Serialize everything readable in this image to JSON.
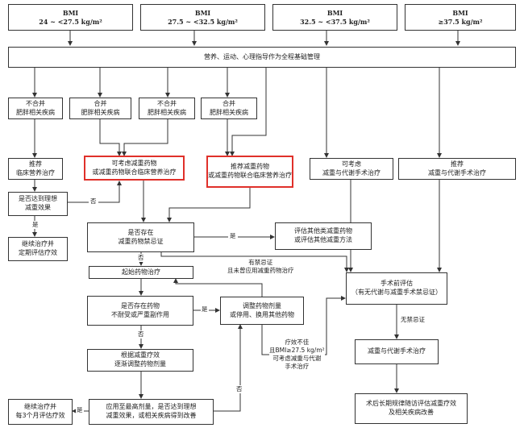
{
  "bmi_boxes": [
    {
      "title": "BMI",
      "range": "24 ~ <27.5 kg/m²"
    },
    {
      "title": "BMI",
      "range": "27.5 ~ <32.5 kg/m²"
    },
    {
      "title": "BMI",
      "range": "32.5 ~ <37.5 kg/m²"
    },
    {
      "title": "BMI",
      "range": "≥37.5 kg/m²"
    }
  ],
  "base_management": "营养、运动、心理指导作为全程基础管理",
  "comorbidity": {
    "no1": [
      "不合并",
      "肥胖相关疾病"
    ],
    "yes1": [
      "合并",
      "肥胖相关疾病"
    ],
    "no2": [
      "不合并",
      "肥胖相关疾病"
    ],
    "yes2": [
      "合并",
      "肥胖相关疾病"
    ]
  },
  "treatments": {
    "t1": [
      "推荐",
      "临床营养治疗"
    ],
    "t2": [
      "可考虑减重药物",
      "或减重药物联合临床营养治疗"
    ],
    "t3": [
      "推荐减重药物",
      "或减重药物联合临床营养治疗"
    ],
    "t4": [
      "可考虑",
      "减重与代谢手术治疗"
    ],
    "t5": [
      "推荐",
      "减重与代谢手术治疗"
    ]
  },
  "flow": {
    "ideal_effect": [
      "是否达到理想",
      "减重效果"
    ],
    "continue_regular": [
      "继续治疗并",
      "定期评估疗效"
    ],
    "contraindication": [
      "是否存在",
      "减重药物禁忌证"
    ],
    "evaluate_other": [
      "评估其他类减重药物",
      "或评估其他减重方法"
    ],
    "start_drug": "起始药物治疗",
    "intolerance": [
      "是否存在药物",
      "不耐受或严重副作用"
    ],
    "adjust_drug": [
      "调整药物剂量",
      "或停用、换用其他药物"
    ],
    "titrate": [
      "根据减重疗效",
      "逐渐调整药物剂量"
    ],
    "max_dose": [
      "应用至最高剂量，是否达到理想",
      "减重效果，或相关疾病得到改善"
    ],
    "continue_3m": [
      "继续治疗并",
      "每3个月评估疗效"
    ],
    "pre_surgery": [
      "手术前评估",
      "（有无代谢与减重手术禁忌证）"
    ],
    "surgery": "减重与代谢手术治疗",
    "follow_up": [
      "术后长期规律随访评估减重疗效",
      "及相关疾病改善"
    ]
  },
  "edge_labels": {
    "no": "否",
    "yes": "是",
    "has_contra": [
      "有禁忌证",
      "且未曾应用减重药物治疗"
    ],
    "poor_effect": [
      "疗效不佳",
      "且BMI≥27.5 kg/m²",
      "可考虑减重与代谢",
      "手术治疗"
    ],
    "no_contra": "无禁忌证"
  },
  "colors": {
    "highlight": "#e0302a",
    "line": "#333333"
  }
}
